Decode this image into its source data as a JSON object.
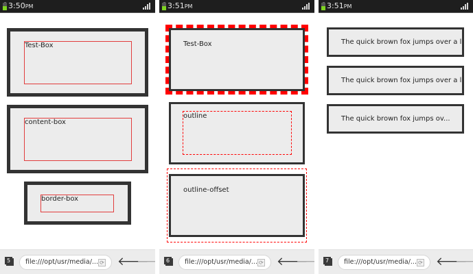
{
  "panels": [
    {
      "status": {
        "time": "3:50",
        "ampm": "PM"
      },
      "boxes": [
        {
          "label": "Test-Box"
        },
        {
          "label": "content-box"
        },
        {
          "label": "border-box"
        }
      ],
      "toolbar": {
        "tab_count": "5",
        "url": "file:///opt/usr/media/...",
        "reload_icon": "⟳",
        "back_icon": "🡐",
        "forward_icon": "🡒"
      }
    },
    {
      "status": {
        "time": "3:51",
        "ampm": "PM"
      },
      "boxes": [
        {
          "label": "Test-Box"
        },
        {
          "label": "outline"
        },
        {
          "label": "outline-offset"
        }
      ],
      "toolbar": {
        "tab_count": "6",
        "url": "file:///opt/usr/media/...",
        "reload_icon": "⟳",
        "back_icon": "🡐",
        "forward_icon": "🡒"
      }
    },
    {
      "status": {
        "time": "3:51",
        "ampm": "PM"
      },
      "boxes": [
        {
          "label": "The quick brown fox jumps over a lazy dog"
        },
        {
          "label": "The quick brown fox jumps over a lazy dog"
        },
        {
          "label": "The quick brown fox jumps ov..."
        }
      ],
      "toolbar": {
        "tab_count": "7",
        "url": "file:///opt/usr/media/...",
        "reload_icon": "⟳",
        "back_icon": "🡐",
        "forward_icon": "🡒"
      }
    }
  ],
  "colors": {
    "accent_red": "#e23c3c",
    "outline_red": "#ff0000",
    "border_dark": "#333333",
    "box_bg": "#ececec",
    "battery_green": "#7ed321"
  }
}
